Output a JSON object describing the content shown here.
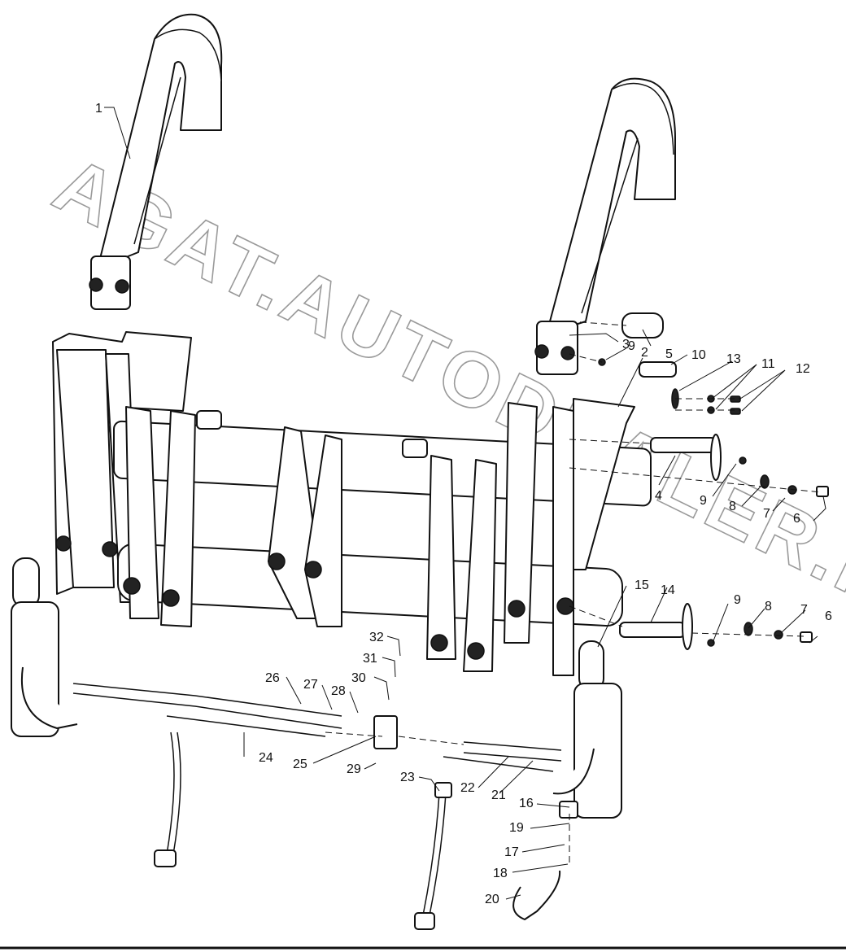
{
  "watermark": "AGAT.AUTODEALER.RU",
  "callouts": [
    {
      "id": "c1",
      "text": "1"
    },
    {
      "id": "c2",
      "text": "2"
    },
    {
      "id": "c3",
      "text": "3"
    },
    {
      "id": "c4",
      "text": "4"
    },
    {
      "id": "c5",
      "text": "5"
    },
    {
      "id": "c6a",
      "text": "6"
    },
    {
      "id": "c6b",
      "text": "6"
    },
    {
      "id": "c7a",
      "text": "7"
    },
    {
      "id": "c7b",
      "text": "7"
    },
    {
      "id": "c8a",
      "text": "8"
    },
    {
      "id": "c8b",
      "text": "8"
    },
    {
      "id": "c9a",
      "text": "9"
    },
    {
      "id": "c9b",
      "text": "9"
    },
    {
      "id": "c9c",
      "text": "9"
    },
    {
      "id": "c10",
      "text": "10"
    },
    {
      "id": "c11",
      "text": "11"
    },
    {
      "id": "c12",
      "text": "12"
    },
    {
      "id": "c13",
      "text": "13"
    },
    {
      "id": "c14",
      "text": "14"
    },
    {
      "id": "c15",
      "text": "15"
    },
    {
      "id": "c16",
      "text": "16"
    },
    {
      "id": "c17",
      "text": "17"
    },
    {
      "id": "c18",
      "text": "18"
    },
    {
      "id": "c19",
      "text": "19"
    },
    {
      "id": "c20",
      "text": "20"
    },
    {
      "id": "c21",
      "text": "21"
    },
    {
      "id": "c22",
      "text": "22"
    },
    {
      "id": "c23",
      "text": "23"
    },
    {
      "id": "c24",
      "text": "24"
    },
    {
      "id": "c25",
      "text": "25"
    },
    {
      "id": "c26",
      "text": "26"
    },
    {
      "id": "c27",
      "text": "27"
    },
    {
      "id": "c28",
      "text": "28"
    },
    {
      "id": "c29",
      "text": "29"
    },
    {
      "id": "c30",
      "text": "30"
    },
    {
      "id": "c31",
      "text": "31"
    },
    {
      "id": "c32",
      "text": "32"
    }
  ]
}
